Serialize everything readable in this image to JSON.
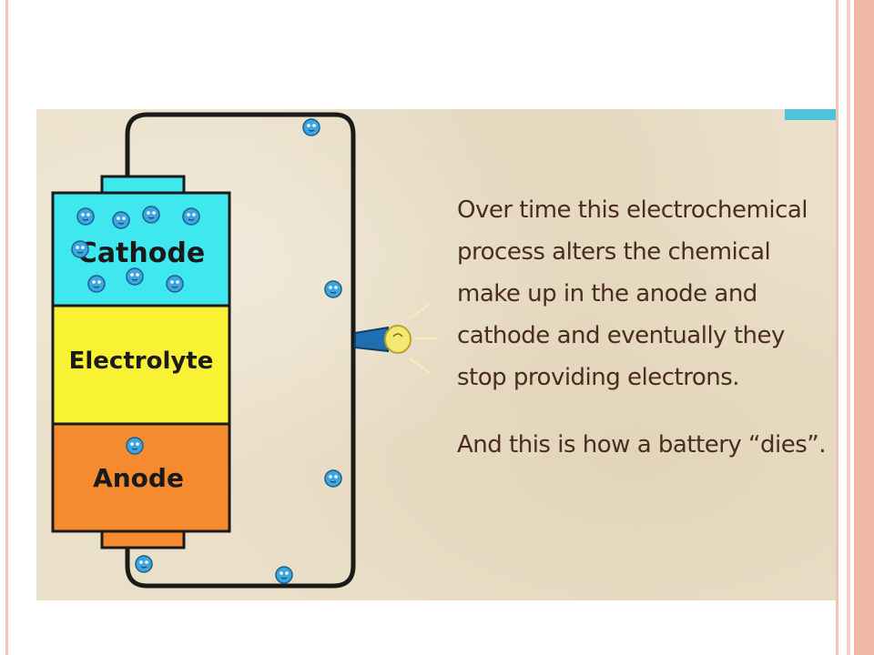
{
  "diagram": {
    "labels": {
      "cathode": "Cathode",
      "electrolyte": "Electrolyte",
      "anode": "Anode"
    },
    "colors": {
      "cathode": "#3ee8ee",
      "electrolyte": "#f9f234",
      "anode": "#f58a2e",
      "wire": "#1a1a1a",
      "electron": "#3ea6de",
      "bulb_base": "#1f6fb0",
      "bulb_glass": "#f3e870",
      "text": "#4a2c20"
    },
    "icons": [
      "electron-icon",
      "bulb-icon"
    ]
  },
  "caption": {
    "paragraph1": "Over time this electrochemical process alters the chemical make up in the anode and cathode and eventually they stop providing electrons.",
    "paragraph2": "And this is how a battery “dies”."
  }
}
